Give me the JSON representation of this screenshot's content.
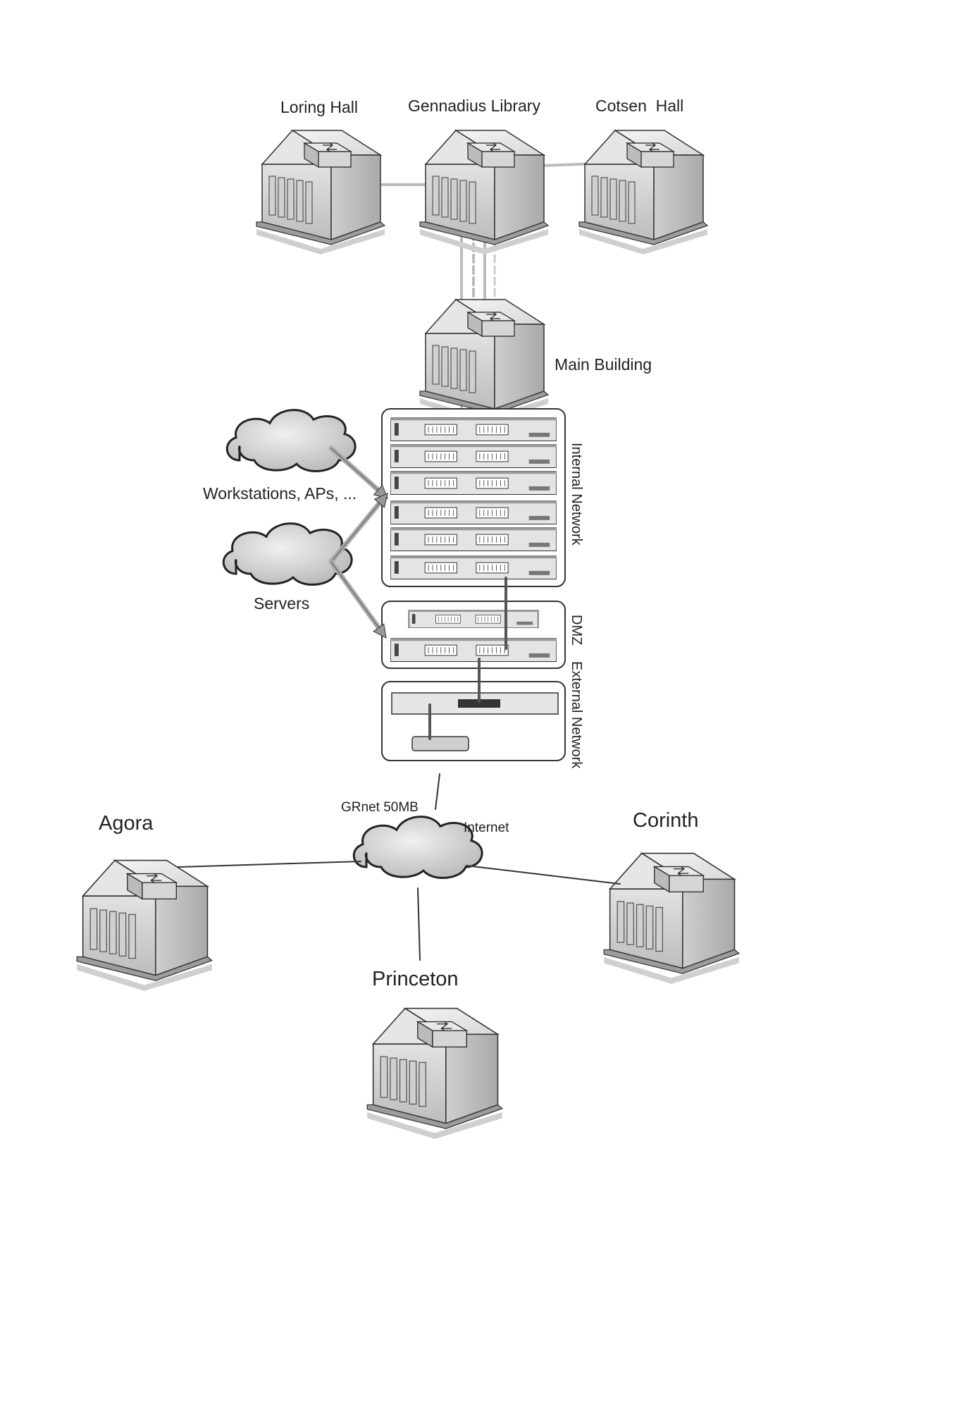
{
  "sites": {
    "loring_hall": "Loring Hall",
    "gennadius_library": "Gennadius Library",
    "cotsen_hall": "Cotsen  Hall",
    "main_building": "Main Building",
    "agora": "Agora",
    "corinth": "Corinth",
    "princeton": "Princeton"
  },
  "clouds": {
    "workstations": "Workstations, APs, ...",
    "servers": "Servers",
    "internet": "Internet"
  },
  "zones": {
    "internal": "Internal Network",
    "dmz": "DMZ",
    "external": "External Network"
  },
  "link_label": "GRnet 50MB"
}
